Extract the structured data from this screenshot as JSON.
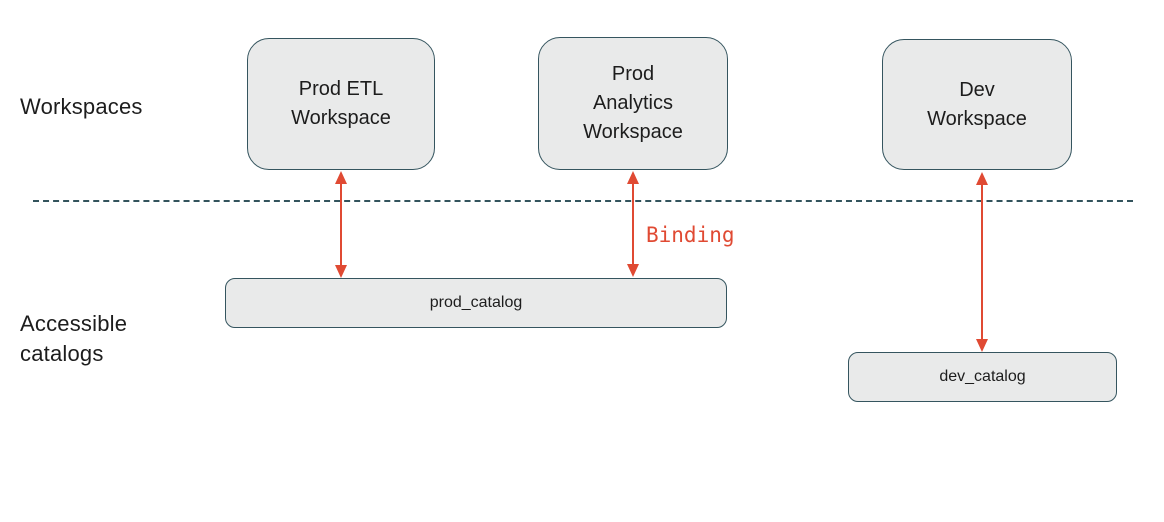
{
  "labels": {
    "workspaces_row": "Workspaces",
    "accessible_catalogs_row": "Accessible catalogs"
  },
  "workspaces": [
    {
      "id": "prod-etl-workspace",
      "lines": [
        "Prod ETL",
        "Workspace"
      ]
    },
    {
      "id": "prod-analytics-workspace",
      "lines": [
        "Prod",
        "Analytics",
        "Workspace"
      ]
    },
    {
      "id": "dev-workspace",
      "lines": [
        "Dev",
        "Workspace"
      ]
    }
  ],
  "catalogs": [
    {
      "id": "prod-catalog",
      "label": "prod_catalog"
    },
    {
      "id": "dev-catalog",
      "label": "dev_catalog"
    }
  ],
  "binding_label": "Binding",
  "colors": {
    "box_fill": "#e9eaea",
    "box_border": "#35555f",
    "arrow": "#e04a33",
    "divider": "#33535c",
    "text": "#1d1d1d"
  }
}
